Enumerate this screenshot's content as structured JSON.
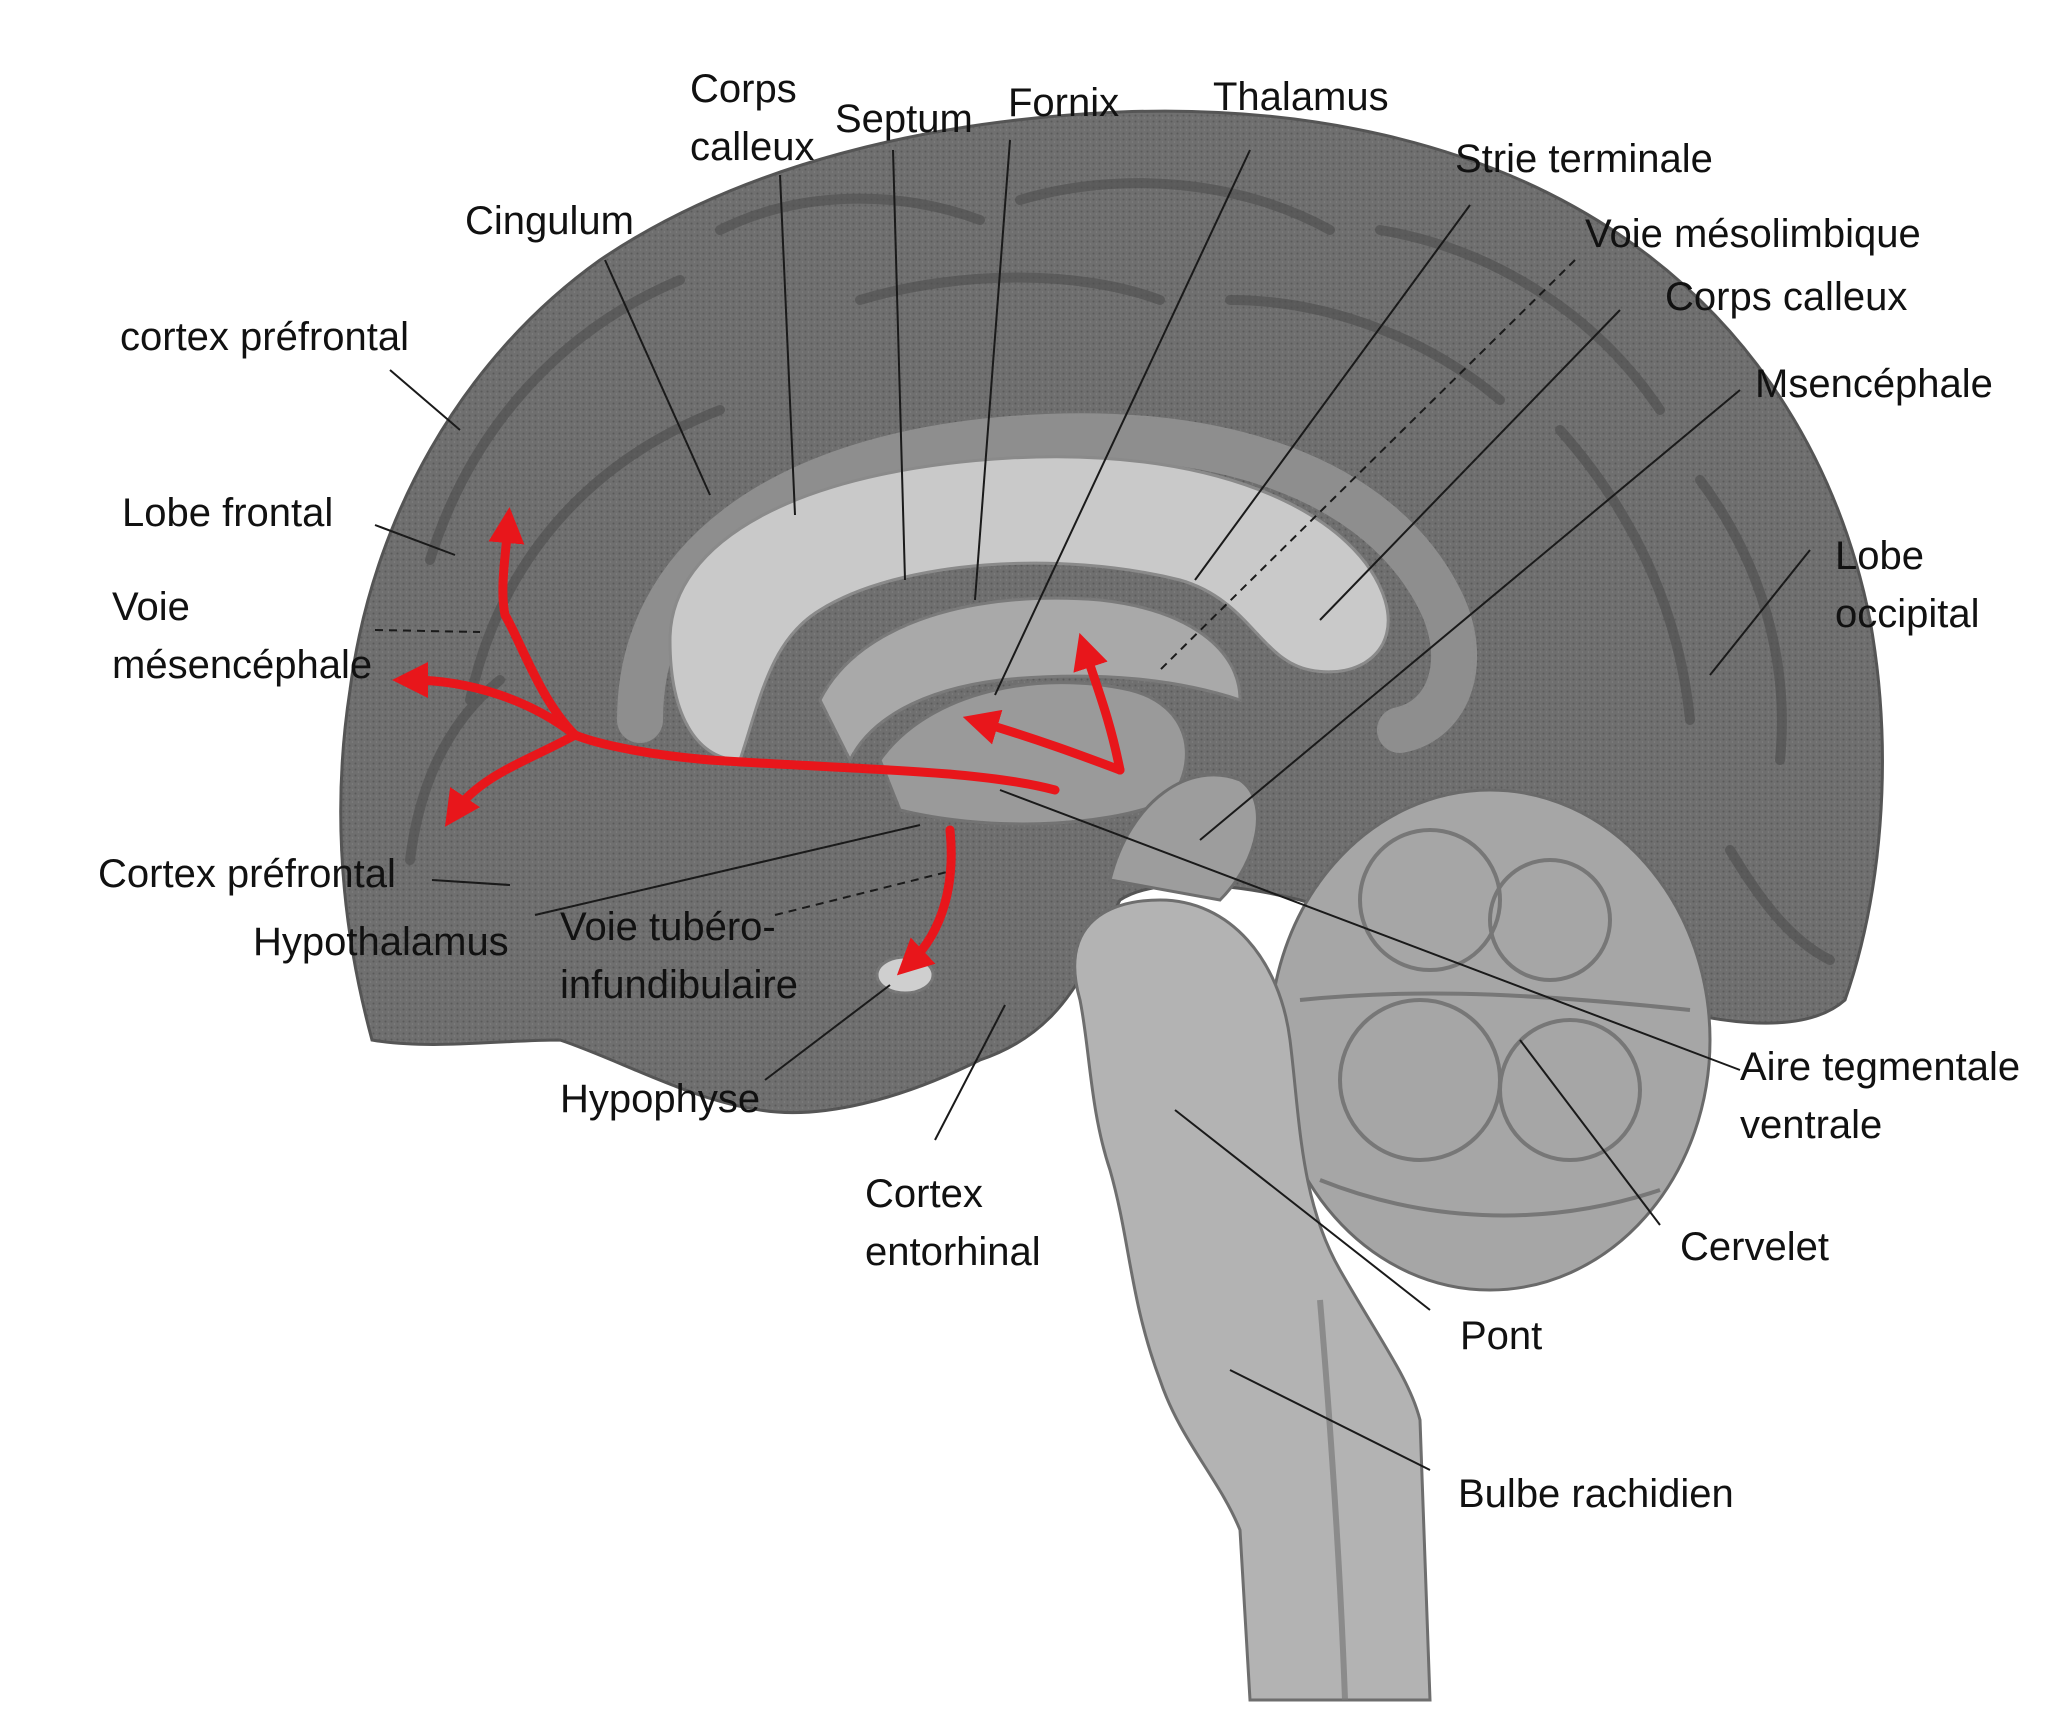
{
  "colors": {
    "background": "#ffffff",
    "brain_dark": "#5e5e5e",
    "brain_mid": "#878787",
    "brain_light": "#b7b7b7",
    "structure_pale": "#cfcfcf",
    "pathway_red": "#e8161b",
    "leader_line": "#1a1a1a",
    "text": "#111111"
  },
  "labels": {
    "corps_calleux_top": [
      "Corps",
      "calleux"
    ],
    "septum": "Septum",
    "fornix": "Fornix",
    "thalamus": "Thalamus",
    "strie_terminale": "Strie terminale",
    "voie_mesolimbique": "Voie mésolimbique",
    "corps_calleux_right": "Corps calleux",
    "msencephale": "Msencéphale",
    "cingulum": "Cingulum",
    "cortex_prefrontal_top": "cortex préfrontal",
    "lobe_frontal": "Lobe frontal",
    "voie_mesencephale": [
      "Voie",
      "mésencéphale"
    ],
    "lobe_occipital": [
      "Lobe",
      "occipital"
    ],
    "cortex_prefrontal_bottom": "Cortex préfrontal",
    "hypothalamus": "Hypothalamus",
    "voie_tubero": [
      "Voie tubéro-",
      "infundibulaire"
    ],
    "hypophyse": "Hypophyse",
    "cortex_entorhinal": [
      "Cortex",
      "entorhinal"
    ],
    "aire_tegmentale": [
      "Aire tegmentale",
      "ventrale"
    ],
    "cervelet": "Cervelet",
    "pont": "Pont",
    "bulbe_rachidien": "Bulbe rachidien"
  }
}
